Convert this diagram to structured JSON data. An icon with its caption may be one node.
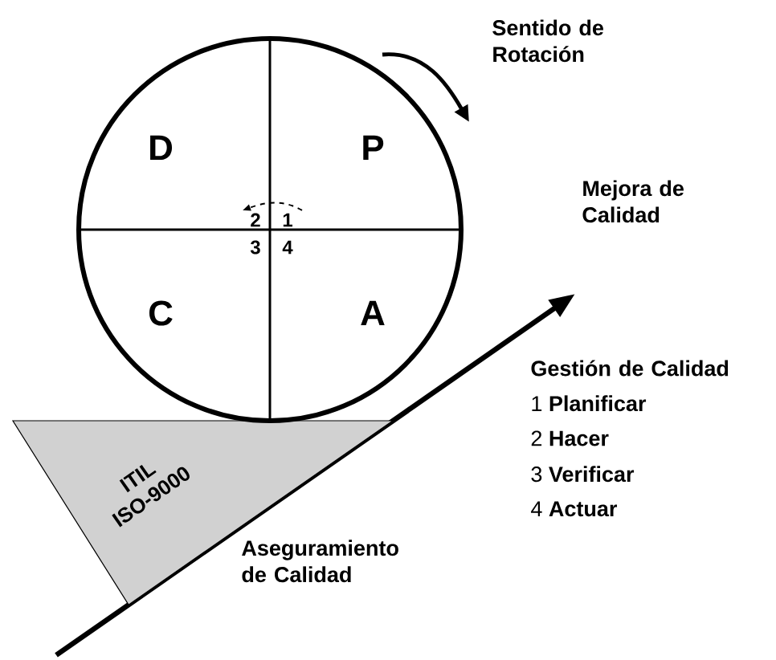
{
  "diagram": {
    "nodes": [
      {
        "text": [
          "D",
          "P",
          "C",
          "A",
          "2",
          "1",
          "3",
          "4"
        ]
      },
      {
        "text": [
          "ITIL ISO-9000"
        ]
      }
    ],
    "labels": [
      "Sentido de Rotación",
      "Mejora de Calidad",
      "Gestión de Calidad",
      "1 **Planificar**",
      "2 **Hacer**",
      "3 **Verificar**",
      "4 **Actuar**",
      "Aseguramiento de Calidad"
    ]
  }
}
